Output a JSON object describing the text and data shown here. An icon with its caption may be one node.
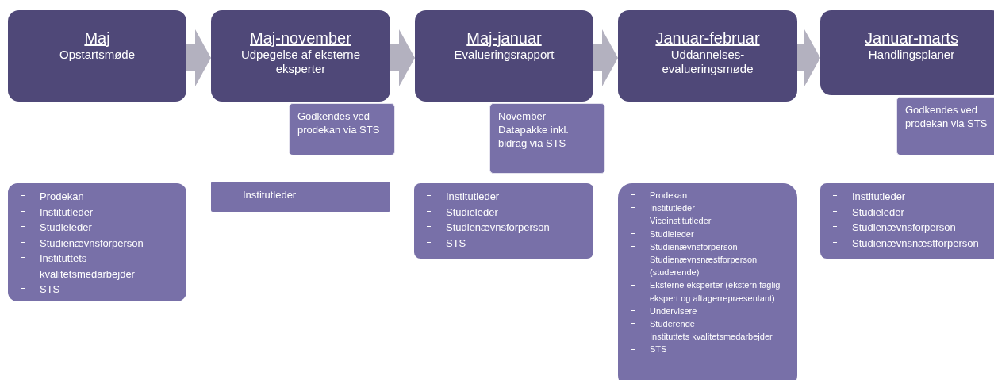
{
  "diagram": {
    "nodes": [
      {
        "text": [
          "Maj",
          "Opstartsmøde"
        ]
      },
      {
        "text": [
          "Maj-november",
          "Udpegelse af eksterne eksperter"
        ]
      },
      {
        "text": [
          "Godkendes ved prodekan via STS"
        ]
      },
      {
        "text": [
          "Maj-januar",
          "Evalueringsrapport"
        ]
      },
      {
        "text": [
          "November",
          "Datapakke inkl. bidrag via STS"
        ]
      },
      {
        "text": [
          "Januar-februar",
          "Uddannelses-evalueringsmøde"
        ]
      },
      {
        "text": [
          "Januar-marts",
          "Handlingsplaner"
        ]
      },
      {
        "text": [
          "Godkendes ved prodekan via STS"
        ]
      },
      {
        "text": [
          "Prodekan",
          "Institutleder",
          "Studieleder",
          "Studienævnsforperson",
          "Instituttets kvalitetsmedarbejder",
          "STS"
        ]
      },
      {
        "text": [
          "Institutleder"
        ]
      },
      {
        "text": [
          "Institutleder",
          "Studieleder",
          "Studienævnsforperson",
          "STS"
        ]
      },
      {
        "text": [
          "Prodekan",
          "Institutleder",
          "Viceinstitutleder",
          "Studieleder",
          "Studienævnsforperson",
          "Studienævnsnæstforperson (studerende)",
          "Eksterne eksperter (ekstern faglig ekspert og aftagerrepræsentant)",
          "Undervisere",
          "Studerende",
          "Instituttets kvalitetsmedarbejder",
          "STS"
        ]
      },
      {
        "text": [
          "Institutleder",
          "Studieleder",
          "Studienævnsforperson",
          "Studienævnsnæstforperson"
        ]
      }
    ],
    "edges": [
      {
        "from": 0,
        "to": 1,
        "arrow": "to"
      },
      {
        "from": 1,
        "to": 3,
        "arrow": "to"
      },
      {
        "from": 3,
        "to": 5,
        "arrow": "to"
      },
      {
        "from": 5,
        "to": 6,
        "arrow": "to"
      }
    ]
  }
}
